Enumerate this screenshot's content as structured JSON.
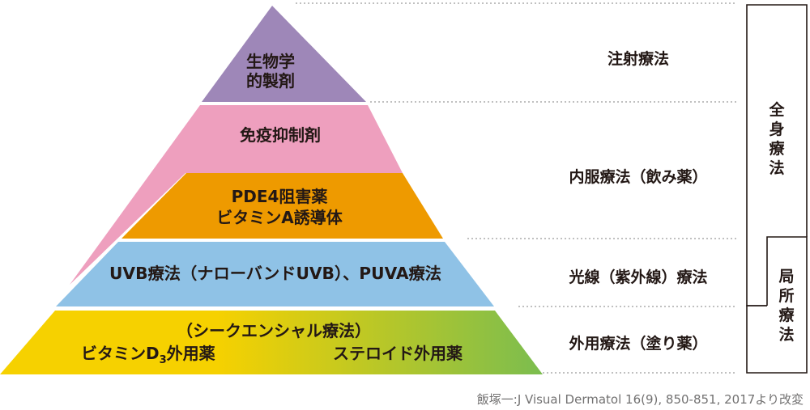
{
  "tiers": {
    "biologics": {
      "line1": "生物学",
      "line2": "的製剤",
      "color": "#9e87b8"
    },
    "immuno": {
      "label": "免疫抑制剤",
      "color": "#ee9fbe"
    },
    "pde4": {
      "line1": "PDE4阻害薬",
      "line2": "ビタミンA誘導体",
      "color": "#ee9a00"
    },
    "phototherapy": {
      "label": "UVB療法（ナローバンドUVB）、PUVA療法",
      "color": "#8fc2e6"
    },
    "topical": {
      "center": "（シークエンシャル療法）",
      "left_prefix": "ビタミンD",
      "left_sub": "3",
      "left_suffix": "外用薬",
      "right": "ステロイド外用薬",
      "color_left": "#f6d100",
      "color_right": "#7bbd4f"
    }
  },
  "therapies": {
    "injection": "注射療法",
    "oral": "内服療法（飲み薬）",
    "light": "光線（紫外線）療法",
    "topical": "外用療法（塗り薬）"
  },
  "sides": {
    "systemic": "全身療法",
    "local": "局所療法"
  },
  "citation": "飯塚一:J Visual Dermatol 16(9), 850-851, 2017より改変"
}
